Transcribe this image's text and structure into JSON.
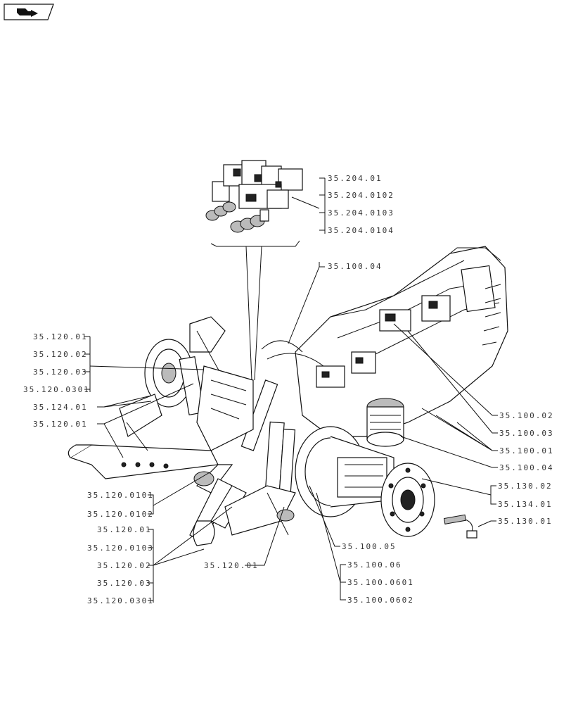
{
  "nav_icon": "back-arrow-icon",
  "labels": {
    "valve_01": "35.204.01",
    "valve_0102": "35.204.0102",
    "valve_0103": "35.204.0103",
    "valve_0104": "35.204.0104",
    "trans_04_top": "35.100.04",
    "left_01": "35.120.01",
    "left_02": "35.120.02",
    "left_03": "35.120.03",
    "left_0301": "35.120.0301",
    "left_124": "35.124.01",
    "left_01b": "35.120.01",
    "mid_0101": "35.120.0101",
    "mid_0102": "35.120.0102",
    "low_01": "35.120.01",
    "low_0103": "35.120.0103",
    "low_02": "35.120.02",
    "low_03": "35.120.03",
    "low_0301": "35.120.0301",
    "bottom_01": "35.120.01",
    "right_02": "35.100.02",
    "right_03": "35.100.03",
    "right_01": "35.100.01",
    "right_04": "35.100.04",
    "right_130_02": "35.130.02",
    "right_134": "35.134.01",
    "right_130_01": "35.130.01",
    "bot_05": "35.100.05",
    "bot_06": "35.100.06",
    "bot_0601": "35.100.0601",
    "bot_0602": "35.100.0602"
  }
}
